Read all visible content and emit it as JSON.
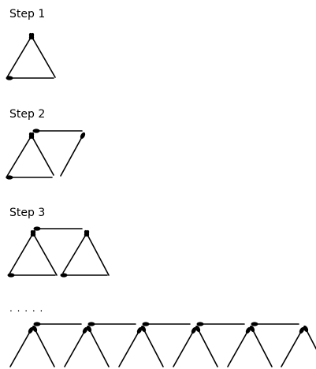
{
  "steps": [
    {
      "label": "Step 1"
    },
    {
      "label": "Step 2"
    },
    {
      "label": "Step 3"
    }
  ],
  "continuation_text": ". . . . .",
  "colors": {
    "stick": "#000000",
    "background": "#ffffff"
  }
}
